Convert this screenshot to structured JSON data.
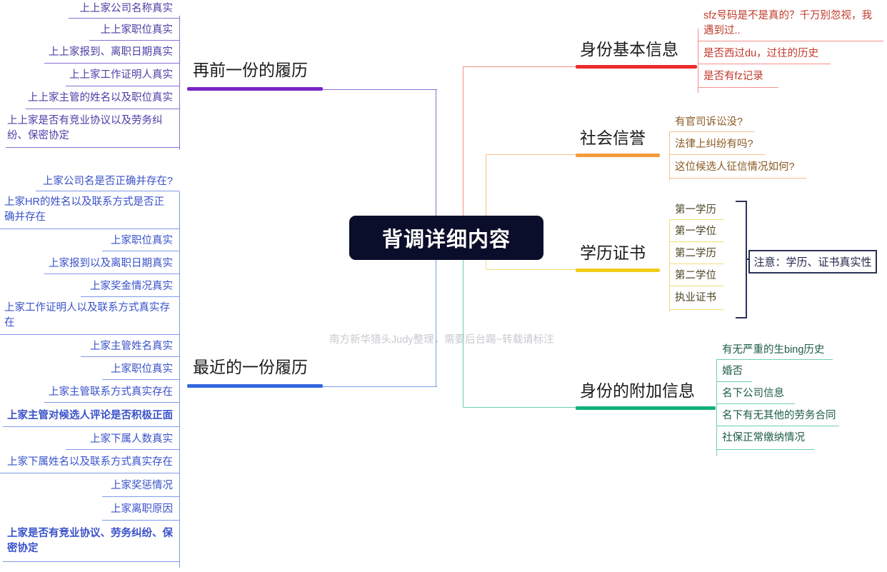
{
  "center": {
    "title": "背调详细内容"
  },
  "watermark": {
    "text": "南方新华猎头Judy整理，需要后台踢~转载请标注"
  },
  "colors": {
    "center_bg": "#0a0e2a",
    "branch_prev_prev": "#7b24c4",
    "branch_prev": "#3366dd",
    "branch_identity": "#ef2b2b",
    "branch_social": "#f59a3c",
    "branch_education": "#f2cd1c",
    "branch_additional": "#12b07a",
    "note_border": "#2b3157"
  },
  "branches": {
    "prev_prev_resume": {
      "label": "再前一份的履历",
      "color": "#7b24c4",
      "leaf_color": "#8b6fd0",
      "children": [
        "上上家公司名称真实",
        "上上家职位真实",
        "上上家报到、离职日期真实",
        "上上家工作证明人真实",
        "上上家主管的姓名以及职位真实",
        "上上家是否有竞业协议以及劳务纠纷、保密协定"
      ]
    },
    "latest_resume": {
      "label": "最近的一份履历",
      "color": "#3366dd",
      "leaf_color": "#7f9ae8",
      "children": [
        "上家公司名是否正确并存在?",
        "上家HR的姓名以及联系方式是否正确并存在",
        "上家职位真实",
        "上家报到以及离职日期真实",
        "上家奖金情况真实",
        "上家工作证明人以及联系方式真实存在",
        "上家主管姓名真实",
        "上家职位真实",
        "上家主管联系方式真实存在",
        "上家主管对候选人评论是否积极正面",
        "上家下属人数真实",
        "上家下属姓名以及联系方式真实存在",
        "上家奖惩情况",
        "上家离职原因",
        "上家是否有竞业协议、劳务纠纷、保密协定"
      ],
      "bold_children": [
        9,
        14
      ]
    },
    "identity_basic": {
      "label": "身份基本信息",
      "color": "#ef2b2b",
      "leaf_color": "#f3918b",
      "text_color": "#c0392b",
      "children": [
        "sfz号码是不是真的？千万别忽视，我遇到过..",
        "是否西过du，过往的历史",
        "是否有fz记录"
      ]
    },
    "social_credit": {
      "label": "社会信誉",
      "color": "#f59a3c",
      "leaf_color": "#f5c08a",
      "text_color": "#8a5a22",
      "children": [
        "有官司诉讼没?",
        "法律上纠纷有吗?",
        "这位候选人征信情况如何?"
      ]
    },
    "education": {
      "label": "学历证书",
      "color": "#f2cd1c",
      "leaf_color": "#f2dd7a",
      "text_color": "#4a4424",
      "children": [
        "第一学历",
        "第一学位",
        "第二学历",
        "第二学位",
        "执业证书"
      ],
      "note": "注意：学历、证书真实性"
    },
    "identity_additional": {
      "label": "身份的附加信息",
      "color": "#12b07a",
      "leaf_color": "#6fcfae",
      "text_color": "#1d5c46",
      "children": [
        "有无严重的生bing历史",
        "婚否",
        "名下公司信息",
        "名下有无其他的劳务合同",
        "名下有无其他的劳务合同",
        "社保正常缴纳情况"
      ],
      "children_final": [
        "有无严重的生bing历史",
        "婚否",
        "名下公司信息",
        "名下有无其他的劳务合同",
        "社保正常缴纳情况"
      ]
    }
  }
}
